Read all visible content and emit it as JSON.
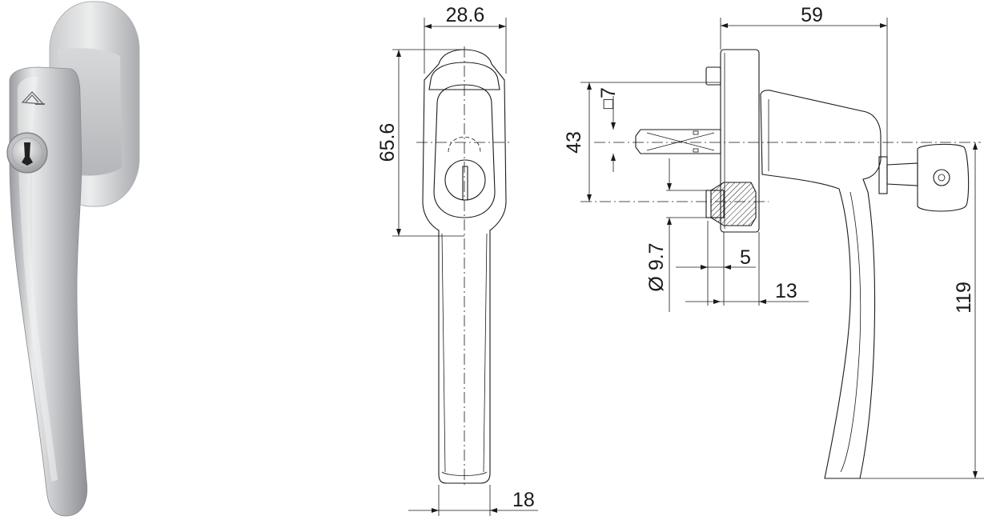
{
  "figure": {
    "type": "technical drawing",
    "subject": "window handle with lock"
  },
  "dimensions": {
    "top_width": "28.6",
    "height_rosette": "65.6",
    "overall_depth": "59",
    "square_spindle": "7",
    "square_symbol": "□",
    "rosette_span": "43",
    "bore_diameter": "Ø 9.7",
    "offset_5": "5",
    "offset_13": "13",
    "overall_height": "119",
    "grip_width": "18"
  },
  "colors": {
    "line": "#1a1a1a",
    "handle_light": "#e4e5e7",
    "handle_mid": "#b9bbbe",
    "handle_dark": "#8e9094",
    "background": "#ffffff"
  },
  "icons": {
    "brand_logo": "roof-logo-icon",
    "key_cylinder": "key-cylinder-icon",
    "key": "key-icon"
  }
}
